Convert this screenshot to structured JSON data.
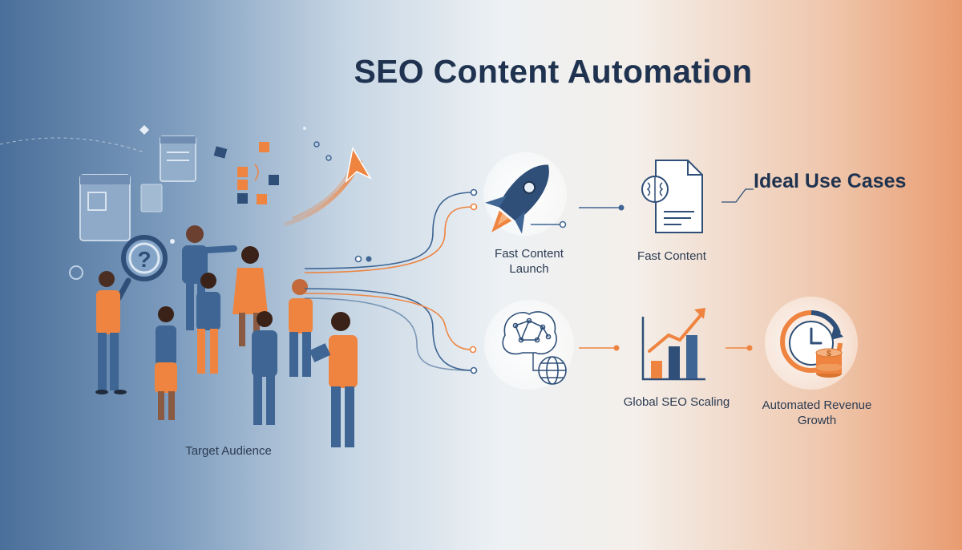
{
  "title": "SEO Content Automation",
  "subtitle": "Ideal Use Cases",
  "labels": {
    "audience": "Target Audience",
    "fast_launch": "Fast Content\nLaunch",
    "fast_content": "Fast Content",
    "global_seo": "Global SEO Scaling",
    "revenue": "Automated Revenue\nGrowth"
  },
  "colors": {
    "navy": "#1f3350",
    "blue": "#3e6593",
    "orange": "#ee8440"
  },
  "icons": [
    "rocket-icon",
    "brain-document-icon",
    "brain-network-icon",
    "globe-icon",
    "bar-chart-icon",
    "clock-coins-icon",
    "magnifier-question-icon"
  ]
}
